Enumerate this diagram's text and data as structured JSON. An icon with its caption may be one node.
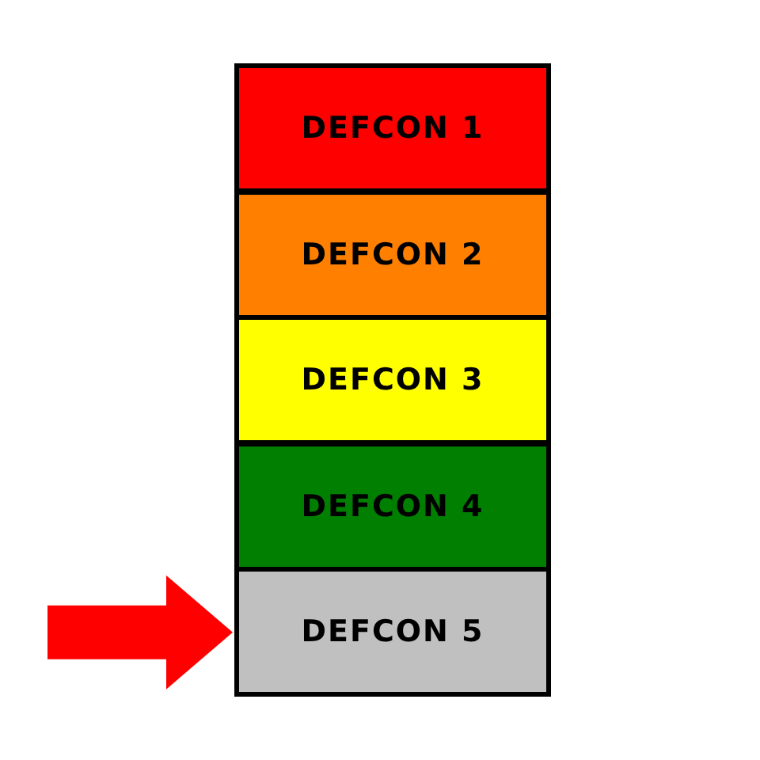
{
  "diagram": {
    "nodes": [
      {
        "text": [
          "DEFCON 1"
        ]
      },
      {
        "text": [
          "DEFCON 2"
        ]
      },
      {
        "text": [
          "DEFCON 3"
        ]
      },
      {
        "text": [
          "DEFCON 4"
        ]
      },
      {
        "text": [
          "DEFCON 5"
        ]
      }
    ],
    "edges": [
      {
        "from": null,
        "to": 4,
        "arrow": "to",
        "color": "#ff0000"
      }
    ]
  }
}
